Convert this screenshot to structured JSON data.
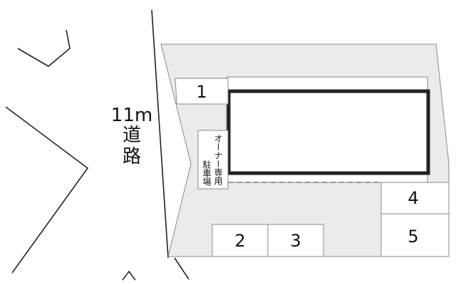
{
  "road": {
    "width_label": "11m",
    "name_line1": "道",
    "name_line2": "路"
  },
  "parking": {
    "spaces": [
      "1",
      "2",
      "3",
      "4",
      "5"
    ],
    "owner_only": {
      "line1": "オーナー専用",
      "line2": "駐車場"
    }
  },
  "colors": {
    "lot": "#ebebeb",
    "outline": "#888888",
    "building_border": "#222222",
    "ink": "#111111"
  },
  "icons": [
    "north-arrow-icon"
  ]
}
